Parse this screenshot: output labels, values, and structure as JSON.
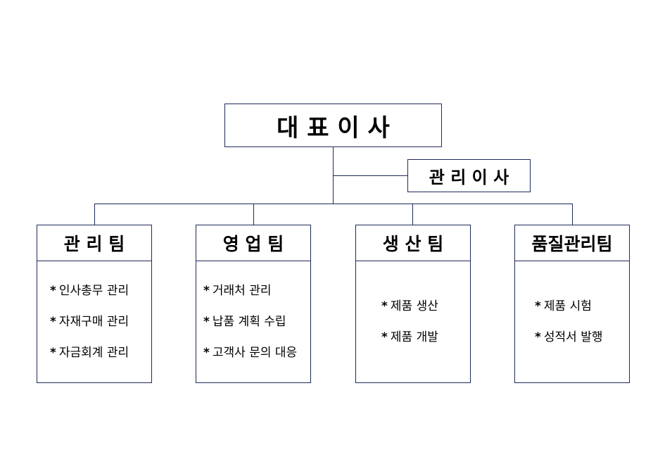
{
  "colors": {
    "border": "#1f2a5a",
    "background": "#ffffff",
    "text": "#000000"
  },
  "ceo": {
    "label": "대 표 이 사"
  },
  "director": {
    "label": "관 리 이 사"
  },
  "teams": [
    {
      "name": "관 리 팀",
      "duties": [
        "인사총무 관리",
        "자재구매 관리",
        "자금회계 관리"
      ]
    },
    {
      "name": "영 업 팀",
      "duties": [
        "거래처 관리",
        "납품 계획 수립",
        "고객사 문의 대응"
      ]
    },
    {
      "name": "생 산 팀",
      "duties": [
        "제품 생산",
        "제품 개발"
      ]
    },
    {
      "name": "품질관리팀",
      "duties": [
        "제품 시험",
        "성적서 발행"
      ]
    }
  ],
  "bullet": "*"
}
